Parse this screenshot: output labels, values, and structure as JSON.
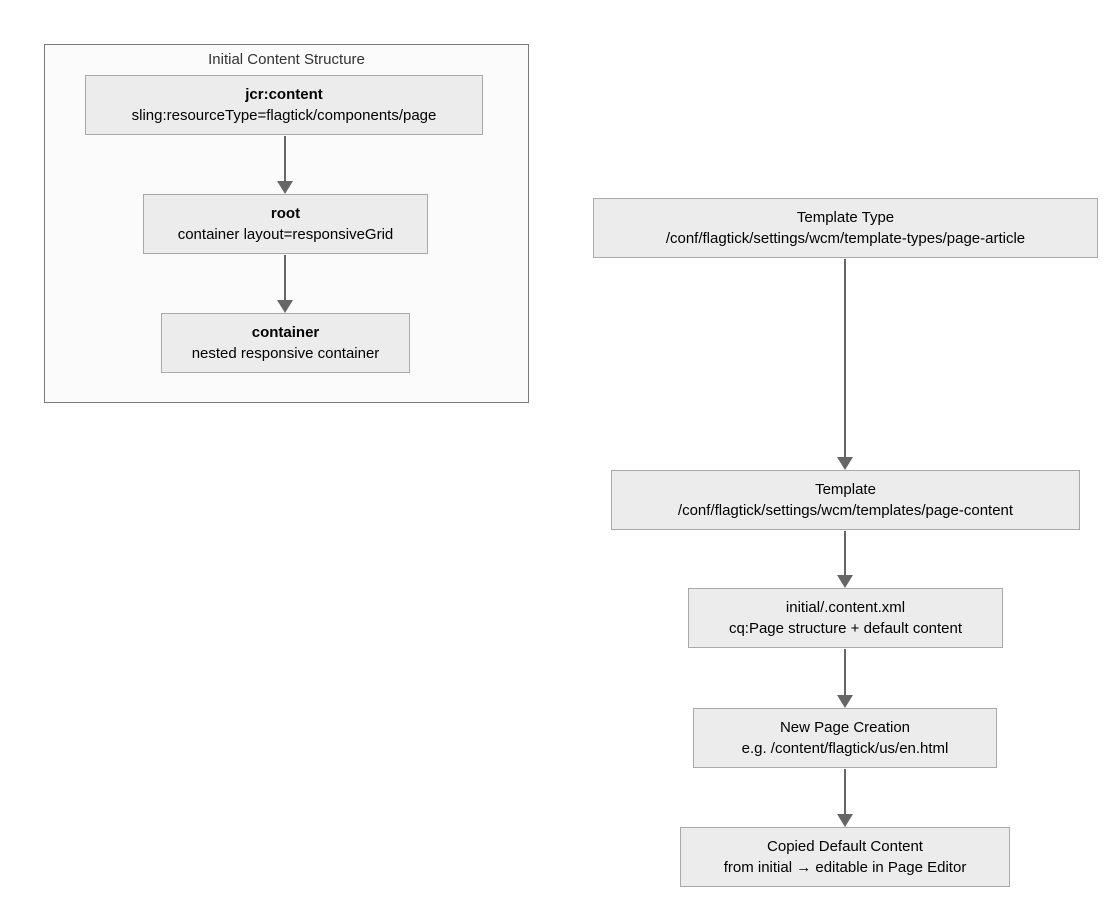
{
  "left_cluster": {
    "title": "Initial Content Structure",
    "nodes": [
      {
        "title": "jcr:content",
        "subtitle": "sling:resourceType=flagtick/components/page"
      },
      {
        "title": "root",
        "subtitle": "container layout=responsiveGrid"
      },
      {
        "title": "container",
        "subtitle": "nested responsive container"
      }
    ]
  },
  "right_flow": {
    "nodes": [
      {
        "title": "Template Type",
        "subtitle": "/conf/flagtick/settings/wcm/template-types/page-article"
      },
      {
        "title": "Template",
        "subtitle": "/conf/flagtick/settings/wcm/templates/page-content"
      },
      {
        "title": "initial/.content.xml",
        "subtitle": "cq:Page structure + default content"
      },
      {
        "title": "New Page Creation",
        "subtitle": "e.g. /content/flagtick/us/en.html"
      },
      {
        "title": "Copied Default Content",
        "subtitle": "from initial → editable in Page Editor"
      }
    ]
  },
  "colors": {
    "node_fill": "#ececec",
    "node_border": "#a9a9a9",
    "cluster_fill": "#fbfbfb",
    "cluster_border": "#7a7a7a",
    "arrow": "#666666",
    "text": "#000000",
    "cluster_title_text": "#333333",
    "background": "#ffffff"
  }
}
